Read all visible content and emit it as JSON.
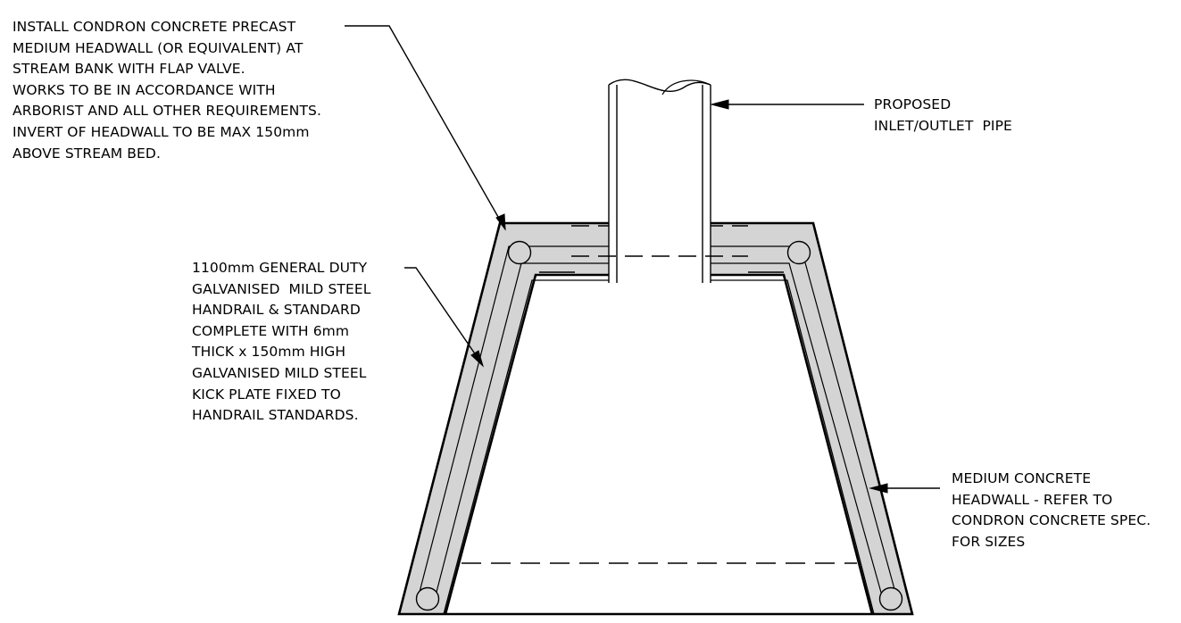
{
  "notes": {
    "headwall_install": [
      "INSTALL CONDRON CONCRETE PRECAST",
      "MEDIUM HEADWALL (OR EQUIVALENT) AT",
      "STREAM BANK WITH FLAP VALVE.",
      "WORKS TO BE IN ACCORDANCE WITH",
      "ARBORIST AND ALL OTHER REQUIREMENTS.",
      "INVERT OF HEADWALL TO BE MAX 150mm",
      "ABOVE STREAM BED."
    ],
    "pipe": [
      "PROPOSED",
      "INLET/OUTLET  PIPE"
    ],
    "handrail": [
      "1100mm GENERAL DUTY",
      "GALVANISED  MILD STEEL",
      "HANDRAIL & STANDARD",
      "COMPLETE WITH 6mm",
      "THICK x 150mm HIGH",
      "GALVANISED MILD STEEL",
      "KICK PLATE FIXED TO",
      "HANDRAIL STANDARDS."
    ],
    "headwall_ref": [
      "MEDIUM CONCRETE",
      "HEADWALL - REFER TO",
      "CONDRON CONCRETE SPEC.",
      "FOR SIZES"
    ]
  },
  "colors": {
    "line": "#000000",
    "concrete_fill": "#d4d4d4",
    "background": "#ffffff"
  }
}
